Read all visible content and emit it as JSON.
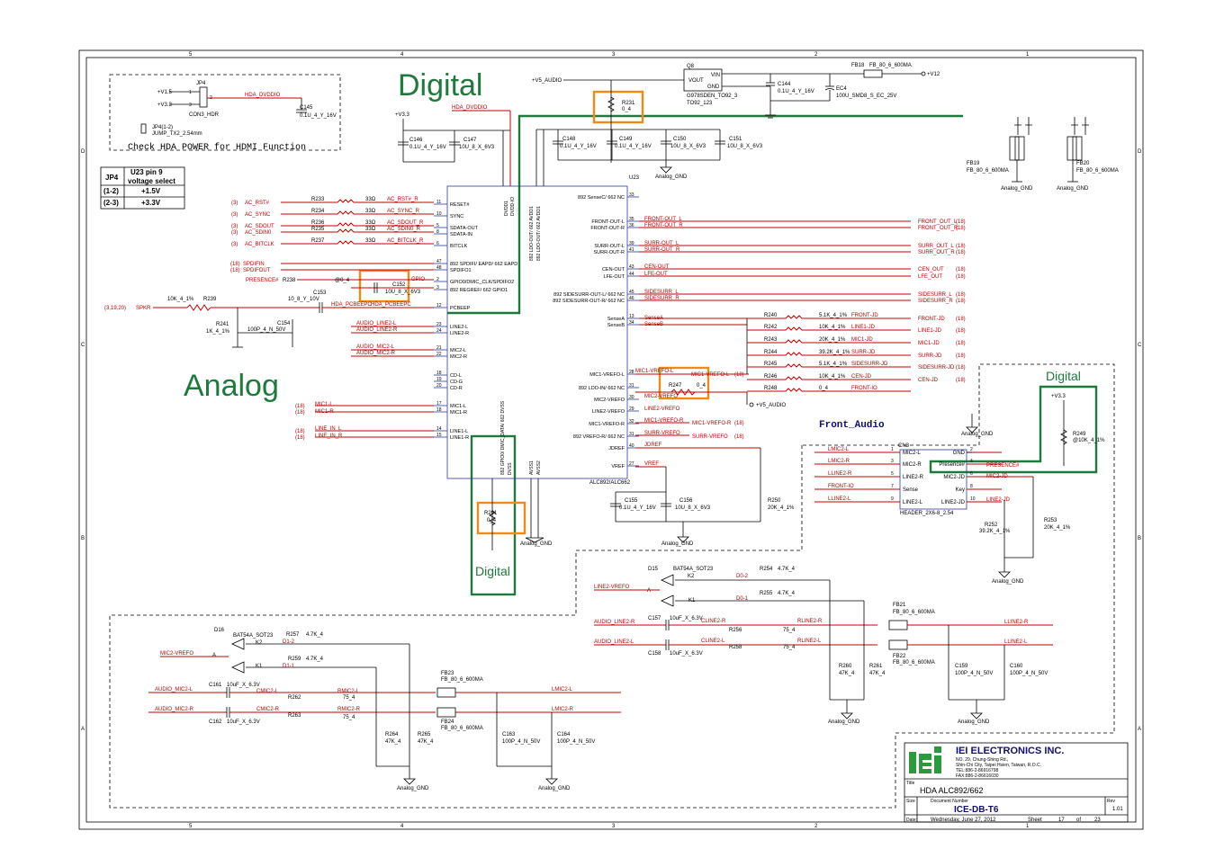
{
  "regions": {
    "digital": "Digital",
    "analog": "Analog",
    "digital_small_right": "Digital",
    "digital_small_bottom": "Digital"
  },
  "jp4": {
    "ref": "JP4",
    "v1": "+V1.5",
    "v2": "+V3.3",
    "net": "HDA_DVDDIO",
    "part": "CON3_HDR",
    "note1": "JP4(1-2)",
    "note2": "JUMP_TX2_2.54mm",
    "check": "Check HDA POWER for HDMI Function",
    "c145": "C145",
    "c145v": "0.1U_4_Y_16V",
    "pins": [
      "1",
      "2",
      "3"
    ]
  },
  "jp_table": {
    "h1": "JP4",
    "h2a": "U23 pin 9",
    "h2b": "voltage select",
    "rows": [
      [
        "(1-2)",
        "+1.5V"
      ],
      [
        "(2-3)",
        "+3.3V"
      ]
    ]
  },
  "top": {
    "v5": "+V5_AUDIO",
    "q8": "Q8",
    "vin": "VIN",
    "vout": "VOUT",
    "gnd": "GND",
    "q8part": "G978SDEN_TO92_3",
    "q8pkg": "TO92_123",
    "c144": "C144",
    "c144v": "0.1U_4_Y_16V",
    "ec4": "EC4",
    "ec4v": "100U_SMD8_S_EC_25V",
    "fb18": "FB18",
    "fb18v": "FB_80_6_600MA",
    "v12": "+V12",
    "r231": "R231",
    "r231v": "0_4",
    "v33": "+V3.3",
    "hda_dvddio": "HDA_DVDDIO",
    "c146": "C146",
    "c146v": "0.1U_4_Y_16V",
    "c147": "C147",
    "c147v": "10U_8_X_6V3",
    "c148": "C148",
    "c148v": "0.1U_4_Y_16V",
    "c149": "C149",
    "c149v": "0.1U_4_Y_16V",
    "c150": "C150",
    "c150v": "10U_8_X_6V3",
    "c151": "C151",
    "c151v": "10U_8_X_6V3",
    "agnd": "Analog_GND",
    "fb19": "FB19",
    "fb19v": "FB_80_6_600MA",
    "fb20": "FB20",
    "fb20v": "FB_80_6_600MA"
  },
  "u23": {
    "ref": "U23",
    "part": "ALC892/ALC662",
    "left_pins": [
      {
        "n": "11",
        "t": "RESET#"
      },
      {
        "n": "10",
        "t": "SYNC"
      },
      {
        "n": "5",
        "t": "SDATA-OUT"
      },
      {
        "n": "8",
        "t": "SDATA-IN"
      },
      {
        "n": "6",
        "t": "BITCLK"
      },
      {
        "n": "47",
        "t": "892 SPDIFI/ EAPD/ 662 EAPD"
      },
      {
        "n": "48",
        "t": "SPDIFO1"
      },
      {
        "n": "2",
        "t": "GPIO0/DMIC_CLK/SPDIFO2"
      },
      {
        "n": "3",
        "t": "892 REGREF/ 662 GPIO1"
      },
      {
        "n": "12",
        "t": "PCBEEP"
      },
      {
        "n": "23",
        "t": "LINE2-L"
      },
      {
        "n": "24",
        "t": "LINE2-R"
      },
      {
        "n": "21",
        "t": "MIC2-L"
      },
      {
        "n": "22",
        "t": "MIC2-R"
      },
      {
        "n": "18",
        "t": "CD-L"
      },
      {
        "n": "19",
        "t": "CD-G"
      },
      {
        "n": "20",
        "t": "CD-R"
      },
      {
        "n": "17",
        "t": "MIC1-L"
      },
      {
        "n": "18",
        "t": "MIC1-R"
      },
      {
        "n": "14",
        "t": "LINE1-L"
      },
      {
        "n": "15",
        "t": "LINE1-R"
      }
    ],
    "right_pins": [
      {
        "n": "33",
        "t": "892 SenseC/ 662 NC"
      },
      {
        "n": "35",
        "t": "FRONT-OUT-L"
      },
      {
        "n": "36",
        "t": "FRONT-OUT-R"
      },
      {
        "n": "39",
        "t": "SURR-OUT-L"
      },
      {
        "n": "41",
        "t": "SURR-OUT-R"
      },
      {
        "n": "43",
        "t": "CEN-OUT"
      },
      {
        "n": "44",
        "t": "LFE-OUT"
      },
      {
        "n": "45",
        "t": "892 SIDESURR-OUT-L/ 662 NC"
      },
      {
        "n": "46",
        "t": "892 SIDESURR-OUT-R/ 662 NC"
      },
      {
        "n": "13",
        "t": "SenseA"
      },
      {
        "n": "34",
        "t": "SenseB"
      },
      {
        "n": "28",
        "t": "MIC1-VREFO-L"
      },
      {
        "n": "31",
        "t": "892 LDO-IN/ 662 NC"
      },
      {
        "n": "30",
        "t": "MIC2-VREFO"
      },
      {
        "n": "29",
        "t": "LINE2-VREFO"
      },
      {
        "n": "32",
        "t": "MIC1-VREFO-R"
      },
      {
        "n": "31",
        "t": "892 VREFO-R/ 662 NC"
      },
      {
        "n": "40",
        "t": "JDREF"
      },
      {
        "n": "27",
        "t": "VREF"
      }
    ],
    "top_pins": [
      "DVDD1",
      "DVDD-IO",
      "892 LDO-OUT/ 662 AVDD1",
      "892 LDO-OUT/ 662 AVDD1"
    ],
    "bot_pins": [
      "892 GPIO0/ DMIC_DATA/ 662 DVSS",
      "DVSS",
      "AVSS1",
      "AVSS2"
    ]
  },
  "left_nets": [
    {
      "tag": "(3)",
      "net": "AC_RST#",
      "r": "R233",
      "rv": "33Ω",
      "out": "AC_RST#_R"
    },
    {
      "tag": "(3)",
      "net": "AC_SYNC",
      "r": "R234",
      "rv": "33Ω",
      "out": "AC_SYNC_R"
    },
    {
      "tag": "(3)",
      "net": "AC_SDOUT",
      "r": "R236",
      "rv": "33Ω",
      "out": "AC_SDOUT_R"
    },
    {
      "tag": "(3)",
      "net": "AC_SDIN0",
      "r": "R235",
      "rv": "33Ω",
      "out": "AC_SDIN0_R"
    },
    {
      "tag": "(3)",
      "net": "AC_BITCLK",
      "r": "R237",
      "rv": "33Ω",
      "out": "AC_BITCLK_R"
    }
  ],
  "spdif": {
    "in": "SPDIFIN",
    "out": "SPDIFOUT",
    "tag": "(18)",
    "presence": "PRESENCE#",
    "r238": "R238",
    "c152": "C152",
    "c152v": "10U_8_X_6V3",
    "gpio": "GPIO",
    "at04": "@0_4"
  },
  "beep": {
    "tag": "(3,19,20)",
    "spkr": "SPKR",
    "r239": "R239",
    "r239v": "10K_4_1%",
    "c153": "C153",
    "c153v": "10_8_Y_10V",
    "r241": "R241",
    "r241v": "1K_4_1%",
    "c154": "C154",
    "c154v": "100P_4_N_50V",
    "net1": "HDA_PCBEEPC",
    "net2": "HDA_PCBEEPC"
  },
  "audio_in": {
    "line1": [
      "AUDIO_LINE2-L",
      "AUDIO_LINE2-R"
    ],
    "mic": [
      "AUDIO_MIC2-L",
      "AUDIO_MIC2-R"
    ],
    "mic1": [
      "MIC1-L",
      "MIC1-R"
    ],
    "linein": [
      "LINE_IN_L",
      "LINE_IN_R"
    ],
    "tag": "(18)"
  },
  "outs": [
    {
      "a": "FRONT-OUT_L",
      "b": "FRONT_OUT_L",
      "tag": "(18)"
    },
    {
      "a": "FRONT-OUT_R",
      "b": "FRONT_OUT_R",
      "tag": "(18)"
    },
    {
      "a": "SURR-OUT_L",
      "b": "SURR_OUT_L",
      "tag": "(18)"
    },
    {
      "a": "SURR-OUT_R",
      "b": "SURR_OUT_R",
      "tag": "(18)"
    },
    {
      "a": "CEN-OUT",
      "b": "CEN_OUT",
      "tag": "(18)"
    },
    {
      "a": "LFE-OUT",
      "b": "LFE_OUT",
      "tag": "(18)"
    },
    {
      "a": "SIDESURR_L",
      "b": "SIDESURR_L",
      "tag": "(18)"
    },
    {
      "a": "SIDESURR_R",
      "b": "SIDESURR_R",
      "tag": "(18)"
    }
  ],
  "sense": {
    "a": "SenseA",
    "b": "SenseB",
    "rows": [
      {
        "r": "R240",
        "v": "5.1K_4_1%",
        "net": "FRONT-JD",
        "out": "FRONT-JD",
        "tag": "(18)"
      },
      {
        "r": "R242",
        "v": "10K_4_1%",
        "net": "LINE1-JD",
        "out": "LINE1-JD",
        "tag": "(18)"
      },
      {
        "r": "R243",
        "v": "20K_4_1%",
        "net": "MIC1-JD",
        "out": "MIC1-JD",
        "tag": "(18)"
      },
      {
        "r": "R244",
        "v": "39.2K_4_1%",
        "net": "SURR-JD",
        "out": "SURR-JD",
        "tag": "(18)"
      },
      {
        "r": "R245",
        "v": "5.1K_4_1%",
        "net": "SIDESURR-JD",
        "out": "SIDESURR-JD",
        "tag": "(18)"
      },
      {
        "r": "R246",
        "v": "10K_4_1%",
        "net": "CEN-JD",
        "out": "CEN-JD",
        "tag": "(18)"
      },
      {
        "r": "R248",
        "v": "0_4",
        "net": "FRONT-IO",
        "out": "",
        "tag": ""
      }
    ]
  },
  "vrefo": {
    "mic1l": "MIC1-VREFO-L",
    "r247": "R247",
    "r247v": "0_4",
    "mic2": "MIC2-VREFO",
    "v5": "+V5_AUDIO",
    "line2": "LINE2-VREFO",
    "mic1r": "MIC1-VREFO-R",
    "mic1r2": "MIC1-VREFO-R",
    "surr": "SURR-VREFO",
    "surr2": "SURR-VREFO",
    "jdref": "JDREF",
    "vref": "VREF",
    "tag": "(18)"
  },
  "vrefcaps": {
    "c155": "C155",
    "c155v": "0.1U_4_Y_16V",
    "c156": "C156",
    "c156v": "10U_8_X_6V3",
    "r250": "R250",
    "r250v": "20K_4_1%",
    "r291": "R291",
    "r291v": "0_4",
    "agnd": "Analog_GND"
  },
  "front_audio": {
    "title": "Front_Audio",
    "cn3": "CN3",
    "part": "HEADER_2X6-8_2.54",
    "left": [
      {
        "net": "LMIC2-L",
        "n": "1",
        "t": "MIC2-L"
      },
      {
        "net": "LMIC2-R",
        "n": "3",
        "t": "MIC2-R"
      },
      {
        "net": "LLINE2-R",
        "n": "5",
        "t": "LINE2-R"
      },
      {
        "net": "FRONT-IO",
        "n": "7",
        "t": "Sense"
      },
      {
        "net": "LLINE2-L",
        "n": "9",
        "t": "LINE2-L"
      }
    ],
    "right": [
      {
        "n": "2",
        "t": "GND"
      },
      {
        "n": "4",
        "t": "Presence#"
      },
      {
        "n": "6",
        "t": "MIC2-JD"
      },
      {
        "n": "8",
        "t": "Key"
      },
      {
        "n": "10",
        "t": "LINE2-JD"
      }
    ],
    "presence": "PRESENCE#",
    "mic2jd": "MIC2-JD",
    "line2jd": "LINE2-JD",
    "v33": "+V3.3",
    "r249": "R249",
    "r249v": "@10K_4_1%",
    "agnd": "Analog_GND",
    "r252": "R252",
    "r252v": "39.2K_4_1%",
    "r253": "R253",
    "r253v": "20K_4_1%"
  },
  "line2_section": {
    "d15": "D15",
    "d15part": "BAT54A_SOT23",
    "k2": "K2",
    "k1": "K1",
    "a": "A",
    "line2vrefo": "LINE2-VREFO",
    "d02": "D0-2",
    "d01": "D0-1",
    "r254": "R254",
    "r254v": "4.7K_4",
    "r255": "R255",
    "r255v": "4.7K_4",
    "in_l": "AUDIO_LINE2-R",
    "in_r": "AUDIO_LINE2-L",
    "c157": "C157",
    "c157v": "10uF_X_6.3V",
    "c158": "C158",
    "c158v": "10uF_X_6.3V",
    "cline_r": "CLINE2-R",
    "cline_l": "CLINE2-L",
    "r256": "R256",
    "r258": "R258",
    "rv": "75_4",
    "rline_r": "RLINE2-R",
    "rline_l": "RLINE2-L",
    "fb21": "FB21",
    "fb21v": "FB_80_6_600MA",
    "fb22": "FB22",
    "fb22v": "FB_80_6_600MA",
    "out_r": "LLINE2-R",
    "out_l": "LLINE2-L",
    "r260": "R260",
    "r260v": "47K_4",
    "r261": "R261",
    "r261v": "47K_4",
    "c159": "C159",
    "c159v": "100P_4_N_50V",
    "c160": "C160",
    "c160v": "100P_4_N_50V",
    "agnd": "Analog_GND"
  },
  "mic2_section": {
    "d16": "D16",
    "d16part": "BAT54A_SOT23",
    "k2": "K2",
    "k1": "K1",
    "a": "A",
    "mic2vrefo": "MIC2-VREFO",
    "d12": "D1-2",
    "d11": "D1-1",
    "r257": "R257",
    "r257v": "4.7K_4",
    "r259": "R259",
    "r259v": "4.7K_4",
    "in_l": "AUDIO_MIC2-L",
    "in_r": "AUDIO_MIC2-R",
    "c161": "C161",
    "c161v": "10uF_X_6.3V",
    "c162": "C162",
    "c162v": "10uF_X_6.3V",
    "cmic_l": "CMIC2-L",
    "cmic_r": "CMIC2-R",
    "r262": "R262",
    "r263": "R263",
    "rv": "75_4",
    "rmic_l": "RMIC2-L",
    "rmic_r": "RMIC2-R",
    "fb23": "FB23",
    "fb23v": "FB_80_6_600MA",
    "fb24": "FB24",
    "fb24v": "FB_80_6_600MA",
    "out_l": "LMIC2-L",
    "out_r": "LMIC2-R",
    "r264": "R264",
    "r264v": "47K_4",
    "r265": "R265",
    "r265v": "47K_4",
    "c163": "C163",
    "c163v": "100P_4_N_50V",
    "c164": "C164",
    "c164v": "100P_4_N_50V",
    "agnd": "Analog_GND"
  },
  "title_block": {
    "company": "IEI ELECTRONICS INC.",
    "addr": [
      "NO. 29, Chung-Shing Rd.,",
      "Shin-Chi City, Taipei Hsien, Taiwan, R.O.C.",
      "TEL:886-2-86916798",
      "FAX:886-2-86616030"
    ],
    "title_label": "Title",
    "title": "HDA ALC892/662",
    "size_label": "Size",
    "docnum_label": "Document Number",
    "rev_label": "Rev",
    "docnum": "ICE-DB-T6",
    "rev": "1.01",
    "date_label": "Date:",
    "date": "Wednesday, June 27, 2012",
    "sheet_label": "Sheet",
    "sheet": "17",
    "of": "of",
    "total": "23"
  },
  "border": {
    "cols_top": [
      "5",
      "4",
      "3",
      "2",
      "1"
    ],
    "rows": [
      "D",
      "C",
      "B",
      "A"
    ]
  },
  "colors": {
    "wire": "#c00000",
    "green": "#1e7a3c",
    "orange": "#f08a14",
    "navy": "#101070"
  }
}
